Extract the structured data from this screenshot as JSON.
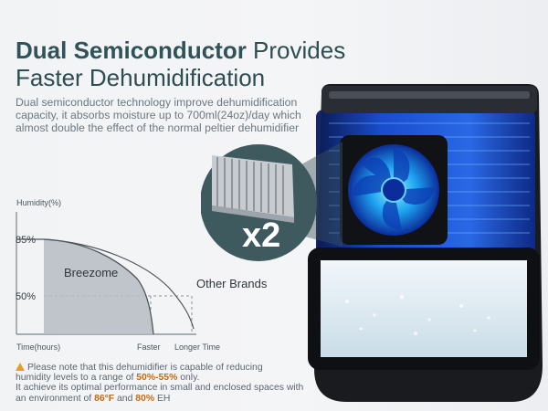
{
  "headline": {
    "bold": "Dual Semiconductor",
    "rest1": " Provides",
    "line2": "Faster Dehumidification"
  },
  "description": "Dual semiconductor technology improve dehumidification capacity, it absorbs moisture up to 700ml(24oz)/day which almost double the effect of the normal peltier dehumidifier",
  "badge": {
    "text": "x2"
  },
  "chart_data": {
    "type": "area",
    "ylabel": "Humidity(%)",
    "xlabel": "Time(hours)",
    "ytick_labels": [
      "85%",
      "50%"
    ],
    "xtick_labels": [
      "Faster",
      "Longer Time"
    ],
    "series": [
      {
        "name": "Breezome",
        "points": [
          [
            0,
            85
          ],
          [
            0.3,
            83
          ],
          [
            0.55,
            74
          ],
          [
            0.78,
            60
          ],
          [
            0.88,
            50
          ],
          [
            0.95,
            30
          ]
        ]
      },
      {
        "name": "Other Brands",
        "points": [
          [
            0,
            85
          ],
          [
            0.4,
            80
          ],
          [
            0.65,
            68
          ],
          [
            0.85,
            54
          ],
          [
            1.0,
            36
          ],
          [
            1.05,
            28
          ]
        ]
      }
    ],
    "grid": false
  },
  "note": {
    "line1_a": "Please note that this dehumidifier is capable of reducing",
    "line2_a": "humidity levels to a range of ",
    "line2_b": "50%-55%",
    "line2_c": " only.",
    "line3": "It achieve its optimal performance in small and enclosed spaces with",
    "line4_a": "an environment of ",
    "line4_b": "86°F",
    "line4_c": " and ",
    "line4_d": "80%",
    "line4_e": " EH"
  },
  "colors": {
    "title": "#2d4d52",
    "accent": "#1e6fff",
    "curve_fill": "#b6bcc3",
    "note_highlight": "#c46b12",
    "warning": "#e4a020"
  },
  "icons": {
    "warning": "warning-triangle-icon",
    "heatsink": "heatsink-icon",
    "fan": "cooling-fan-icon"
  }
}
